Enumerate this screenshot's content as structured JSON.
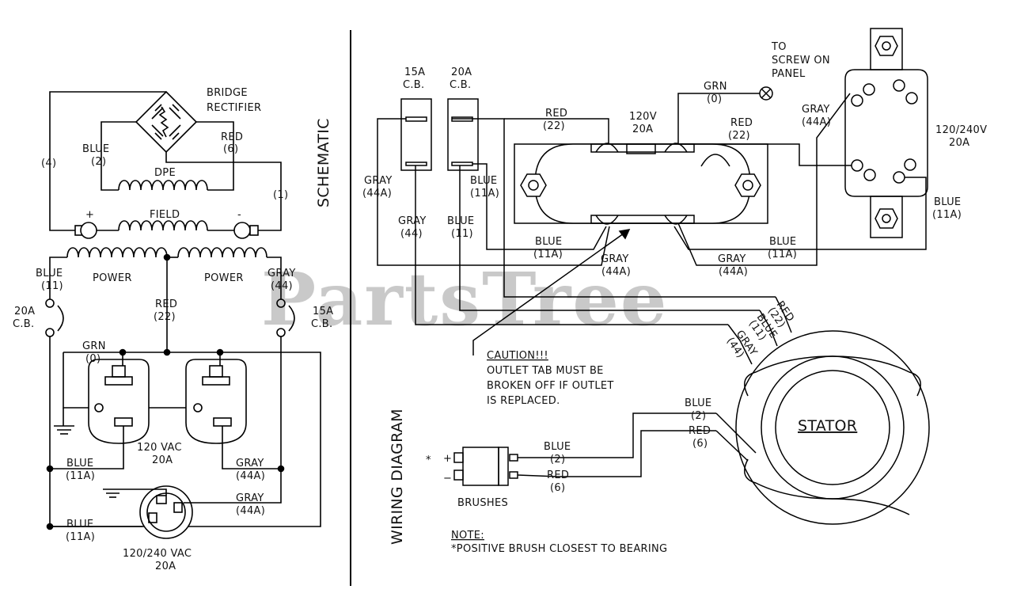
{
  "watermark": "PartsTree",
  "schematic": {
    "section_title": "SCHEMATIC",
    "bridge_rectifier": [
      "BRIDGE",
      "RECTIFIER"
    ],
    "dpe": "DPE",
    "field": "FIELD",
    "plus": "+",
    "minus": "-",
    "power_left": "POWER",
    "power_right": "POWER",
    "wire_4": "(4)",
    "wire_1": "(1)",
    "blue_2": [
      "BLUE",
      "(2)"
    ],
    "red_6": [
      "RED",
      "(6)"
    ],
    "blue_11": [
      "BLUE",
      "(11)"
    ],
    "gray_44": [
      "GRAY",
      "(44)"
    ],
    "red_22": [
      "RED",
      "(22)"
    ],
    "cb20": [
      "20A",
      "C.B."
    ],
    "cb15": [
      "15A",
      "C.B."
    ],
    "grn_0": [
      "GRN",
      "(0)"
    ],
    "outlet_120": [
      "120 VAC",
      "20A"
    ],
    "blue_11a_1": [
      "BLUE",
      "(11A)"
    ],
    "gray_44a_1": [
      "GRAY",
      "(44A)"
    ],
    "gray_44a_2": [
      "GRAY",
      "(44A)"
    ],
    "blue_11a_2": [
      "BLUE",
      "(11A)"
    ],
    "outlet_240": [
      "120/240 VAC",
      "20A"
    ]
  },
  "wiring": {
    "section_title": "WIRING DIAGRAM",
    "cb15": [
      "15A",
      "C.B."
    ],
    "cb20": [
      "20A",
      "C.B."
    ],
    "gray_44a_left": [
      "GRAY",
      "(44A)"
    ],
    "gray_44": [
      "GRAY",
      "(44)"
    ],
    "blue_11": [
      "BLUE",
      "(11)"
    ],
    "blue_11a_cb": [
      "BLUE",
      "(11A)"
    ],
    "red_22_left": [
      "RED",
      "(22)"
    ],
    "outlet_120v": [
      "120V",
      "20A"
    ],
    "grn_0": [
      "GRN",
      "(0)"
    ],
    "to_screw": [
      "TO",
      "SCREW ON",
      "PANEL"
    ],
    "red_22_right": [
      "RED",
      "(22)"
    ],
    "gray_44a_top": [
      "GRAY",
      "(44A)"
    ],
    "outlet_240v": [
      "120/240V",
      "20A"
    ],
    "blue_11a_right": [
      "BLUE",
      "(11A)"
    ],
    "blue_11a_mid": [
      "BLUE",
      "(11A)"
    ],
    "gray_44a_mid": [
      "GRAY",
      "(44A)"
    ],
    "gray_44a_mid2": [
      "GRAY",
      "(44A)"
    ],
    "blue_11a_mid2": [
      "BLUE",
      "(11A)"
    ],
    "diag_labels": [
      "RED",
      "(22)",
      "BLUE",
      "(11)",
      "GRAY",
      "(44)"
    ],
    "caution": [
      "CAUTION!!!",
      "OUTLET TAB MUST BE",
      "BROKEN OFF IF OUTLET",
      "IS REPLACED."
    ],
    "stator": "STATOR",
    "blue_2_stator": [
      "BLUE",
      "(2)"
    ],
    "red_6_stator": [
      "RED",
      "(6)"
    ],
    "blue_2_brush": [
      "BLUE",
      "(2)"
    ],
    "red_6_brush": [
      "RED",
      "(6)"
    ],
    "brushes": "BRUSHES",
    "asterisk": "*",
    "plus": "+",
    "minus": "−",
    "note_title": "NOTE:",
    "note_text": "*POSITIVE BRUSH CLOSEST TO BEARING"
  }
}
